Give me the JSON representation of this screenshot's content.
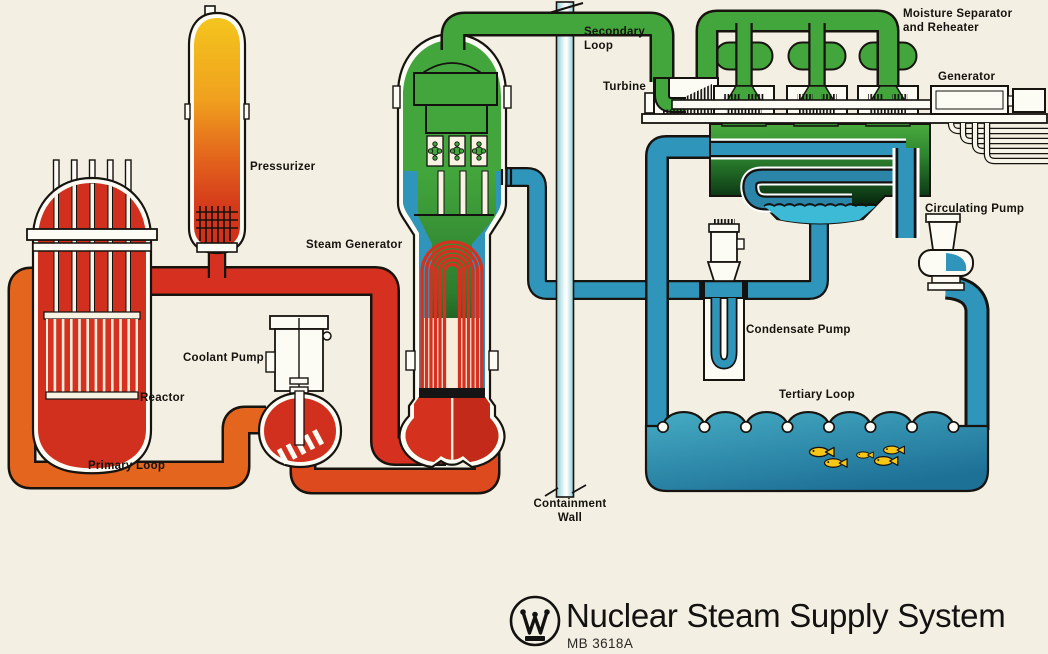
{
  "palette": {
    "background": "#f3f0e3",
    "outline": "#17130f",
    "label_ink": "#16120e",
    "red_hot": "#d63120",
    "red_crossover": "#dc4a1d",
    "orange_cold": "#e4651e",
    "pressurizer_top": "#f4c51e",
    "green_steam": "#43a63c",
    "green_dark": "#2f8c31",
    "blue_water": "#2f95ba",
    "blue_deep": "#1d7096",
    "cyan_hotwell": "#3dbad6",
    "containment_blue": "#8ecdd6",
    "fish_yellow": "#f7c716",
    "shell_white": "#fdfcf4"
  },
  "diagram": {
    "labels": {
      "pressurizer": "Pressurizer",
      "steam_generator": "Steam Generator",
      "coolant_pump": "Coolant Pump",
      "reactor": "Reactor",
      "primary_loop": "Primary Loop",
      "secondary_loop": "Secondary\nLoop",
      "turbine": "Turbine",
      "moisture_separator": "Moisture Separator\nand Reheater",
      "generator": "Generator",
      "circulating_pump": "Circulating Pump",
      "condensate_pump": "Condensate Pump",
      "tertiary_loop": "Tertiary Loop",
      "containment_wall": "Containment\nWall"
    },
    "footer": {
      "title": "Nuclear Steam Supply System",
      "part_number": "MB 3618A",
      "logo": "westinghouse-w-logo"
    }
  }
}
